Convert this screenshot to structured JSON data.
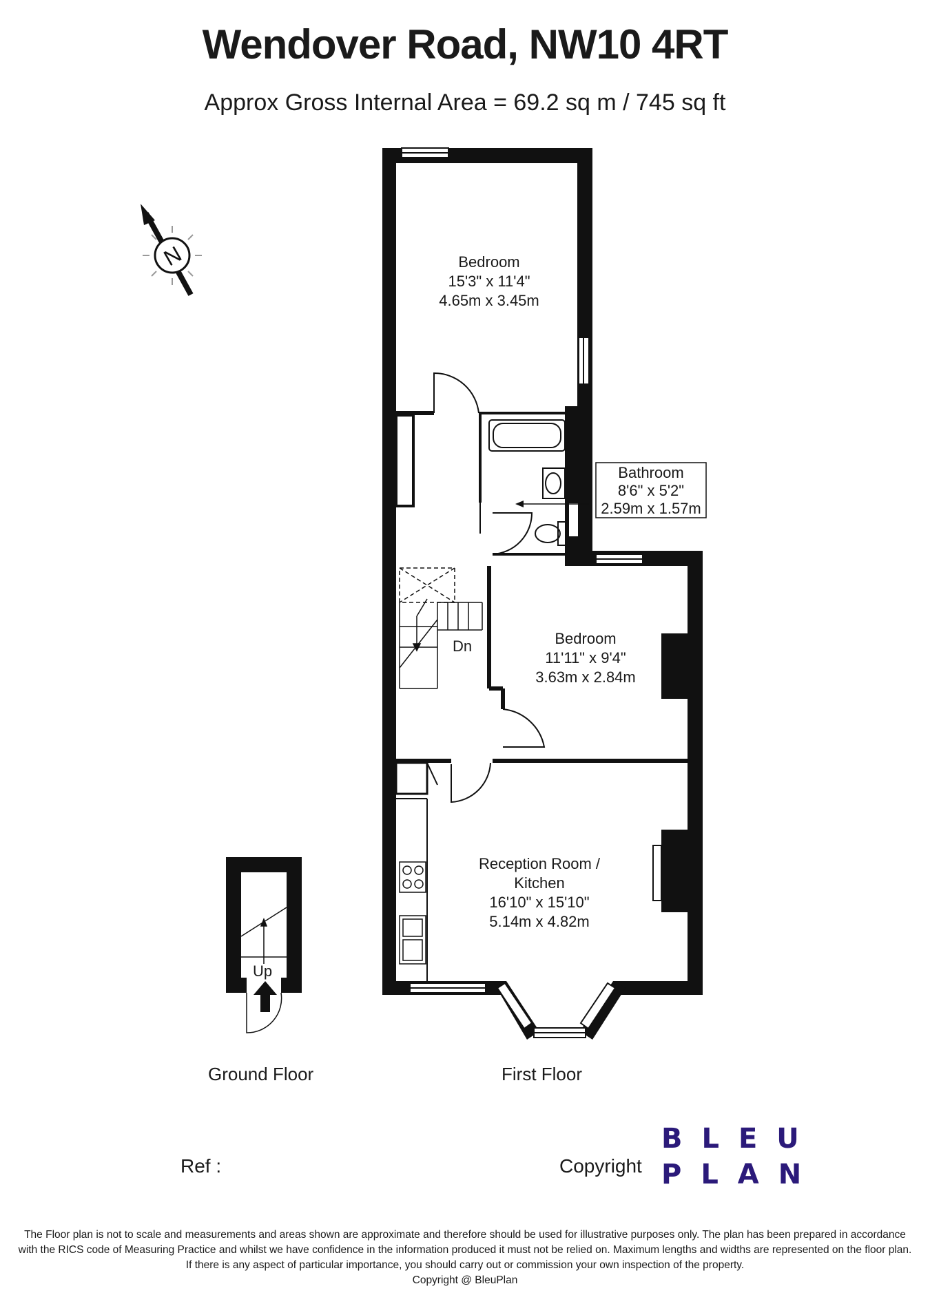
{
  "header": {
    "title": "Wendover Road, NW10 4RT",
    "area": "Approx Gross Internal Area = 69.2 sq m / 745 sq ft"
  },
  "compass": {
    "letter": "N"
  },
  "rooms": {
    "bedroom1": {
      "name": "Bedroom",
      "imperial": "15'3\" x 11'4\"",
      "metric": "4.65m x 3.45m"
    },
    "bathroom": {
      "name": "Bathroom",
      "imperial": "8'6\" x 5'2\"",
      "metric": "2.59m x 1.57m"
    },
    "bedroom2": {
      "name": "Bedroom",
      "imperial": "11'11\" x 9'4\"",
      "metric": "3.63m x 2.84m"
    },
    "reception": {
      "name1": "Reception Room /",
      "name2": "Kitchen",
      "imperial": "16'10\" x 15'10\"",
      "metric": "5.14m x 4.82m"
    }
  },
  "stairs": {
    "down_label": "Dn",
    "up_label": "Up"
  },
  "floors": {
    "ground": "Ground Floor",
    "first": "First Floor"
  },
  "footer": {
    "ref": "Ref  :",
    "copyright": "Copyright",
    "logo_line1": "BLEU",
    "logo_line2": "PLAN",
    "logo_color": "#2b1a7a",
    "disclaimer": [
      "The Floor plan is not to scale and measurements and areas shown are approximate and therefore should be used for illustrative purposes only. The plan has been prepared in accordance",
      "with the RICS code of Measuring Practice and whilst we have confidence in the information produced it must not be relied on. Maximum lengths and widths are represented on the floor plan.",
      "If there is any aspect of particular importance, you should carry out or commission your own inspection of the property.",
      "Copyright @ BleuPlan"
    ]
  }
}
